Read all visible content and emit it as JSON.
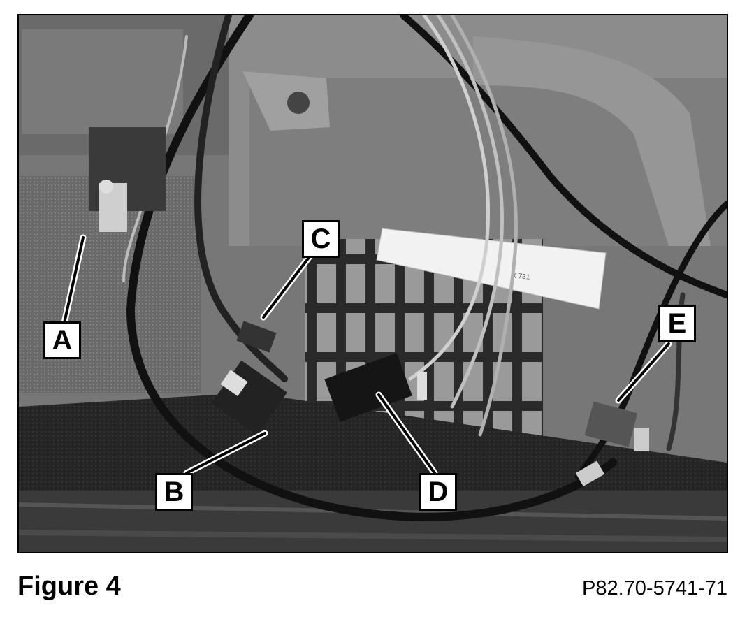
{
  "figure": {
    "title": "Figure 4",
    "code": "P82.70-5741-71"
  },
  "callouts": {
    "a": "A",
    "b": "B",
    "c": "C",
    "d": "D",
    "e": "E"
  },
  "tape_label": "X 731",
  "colors": {
    "photo_background": "#6f6f6f",
    "callout_fill": "#ffffff",
    "callout_border": "#000000"
  }
}
